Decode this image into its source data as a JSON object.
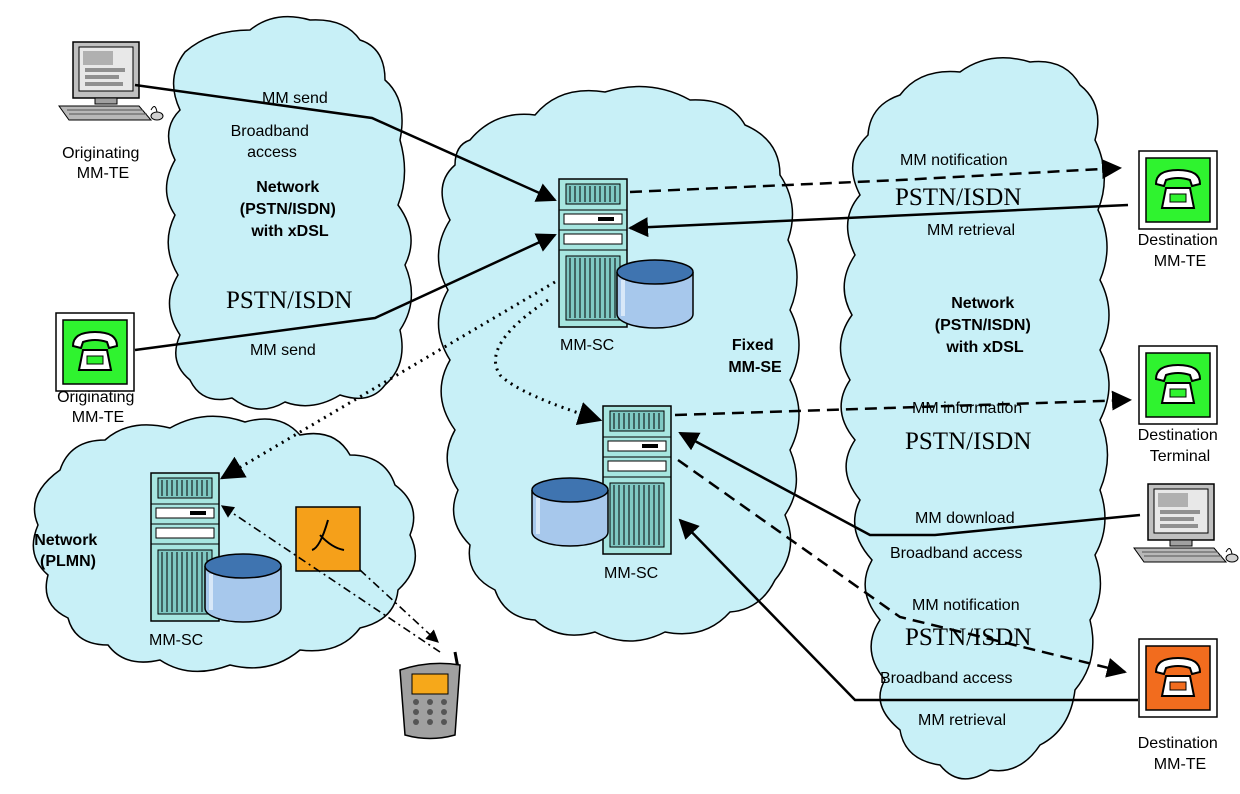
{
  "labels": {
    "originating_te_1": [
      "Originating",
      "MM-TE"
    ],
    "originating_te_2": [
      "Originating",
      "MM-TE"
    ],
    "mm_send_top": "MM send",
    "broadband_access_left": [
      "Broadband",
      "access"
    ],
    "network_left": [
      "Network",
      "(PSTN/ISDN)",
      "with xDSL"
    ],
    "pstn_left": "PSTN/ISDN",
    "mm_send_bottom": "MM send",
    "network_plmn": [
      "Network",
      "(PLMN)"
    ],
    "mmsc_plmn": "MM-SC",
    "mmsc_top": "MM-SC",
    "fixed_mmse": [
      "Fixed",
      "MM-SE"
    ],
    "mmsc_middle": "MM-SC",
    "mm_notification_1": "MM notification",
    "pstn_right_1": "PSTN/ISDN",
    "mm_retrieval_1": "MM retrieval",
    "network_right": [
      "Network",
      "(PSTN/ISDN)",
      "with xDSL"
    ],
    "mm_information": "MM information",
    "pstn_right_2": "PSTN/ISDN",
    "mm_download": "MM download",
    "broadband_access_1": "Broadband access",
    "mm_notification_2": "MM notification",
    "pstn_right_3": "PSTN/ISDN",
    "broadband_access_2": "Broadband access",
    "mm_retrieval_2": "MM retrieval",
    "dest_te_1": [
      "Destination",
      "MM-TE"
    ],
    "dest_terminal": [
      "Destination",
      "Terminal"
    ],
    "dest_te_2": [
      "Destination",
      "MM-TE"
    ]
  },
  "colors": {
    "cloud_fill": "#c8f0f7",
    "server_fill": "#a7e6e0",
    "disk_fill": "#a7c8ec",
    "disk_top": "#3f74b0",
    "phone_green": "#2ff32f",
    "phone_orange": "#f26c1e",
    "switch_orange": "#f5a01a"
  },
  "icons": {
    "computer": "computer-icon",
    "phone": "telephone-icon",
    "server": "server-icon",
    "storage": "database-icon",
    "mobile": "mobile-phone-icon",
    "switch": "switch-icon"
  }
}
